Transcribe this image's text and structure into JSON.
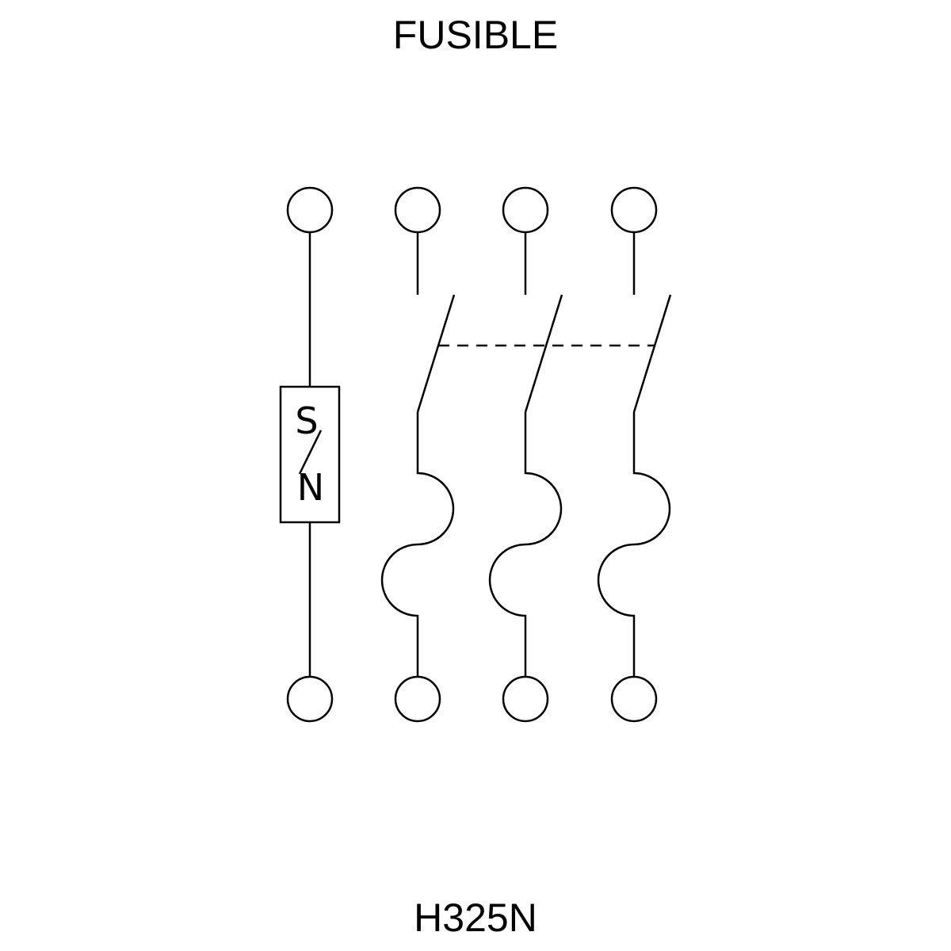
{
  "header": {
    "title": "FUSIBLE"
  },
  "footer": {
    "model": "H325N"
  },
  "neutral_box": {
    "top_letter": "S",
    "bottom_letter": "N"
  },
  "colors": {
    "line": "#000000",
    "background": "#ffffff"
  }
}
